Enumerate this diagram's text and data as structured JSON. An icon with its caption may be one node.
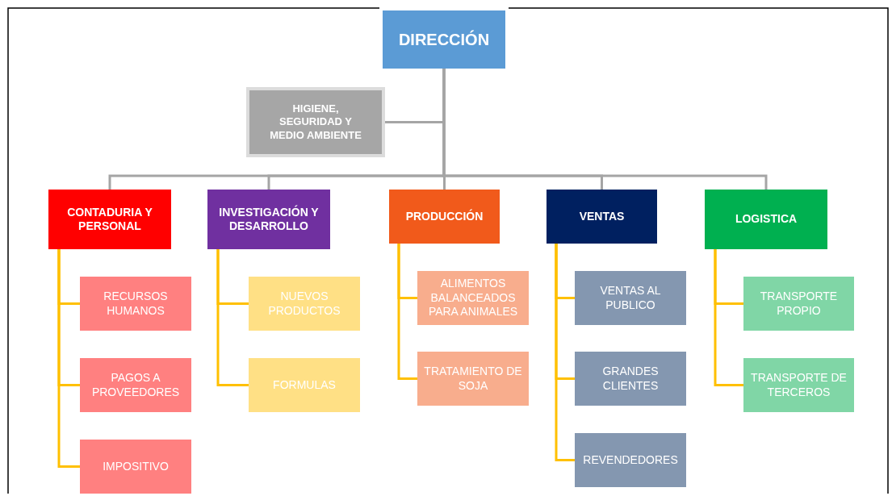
{
  "diagram": {
    "nodes": [
      {
        "text": [
          "DIRECCIÓN"
        ]
      },
      {
        "text": [
          "HIGIENE, SEGURIDAD Y MEDIO AMBIENTE"
        ]
      },
      {
        "text": [
          "CONTADURIA Y PERSONAL"
        ]
      },
      {
        "text": [
          "INVESTIGACIÓN Y DESARROLLO"
        ]
      },
      {
        "text": [
          "PRODUCCIÓN"
        ]
      },
      {
        "text": [
          "VENTAS"
        ]
      },
      {
        "text": [
          "LOGISTICA"
        ]
      },
      {
        "text": [
          "RECURSOS HUMANOS"
        ]
      },
      {
        "text": [
          "PAGOS A PROVEEDORES"
        ]
      },
      {
        "text": [
          "IMPOSITIVO"
        ]
      },
      {
        "text": [
          "NUEVOS PRODUCTOS"
        ]
      },
      {
        "text": [
          "FORMULAS"
        ]
      },
      {
        "text": [
          "ALIMENTOS BALANCEADOS PARA ANIMALES"
        ]
      },
      {
        "text": [
          "TRATAMIENTO DE SOJA"
        ]
      },
      {
        "text": [
          "VENTAS AL PUBLICO"
        ]
      },
      {
        "text": [
          "GRANDES CLIENTES"
        ]
      },
      {
        "text": [
          "REVENDEDORES"
        ]
      },
      {
        "text": [
          "TRANSPORTE PROPIO"
        ]
      },
      {
        "text": [
          "TRANSPORTE DE TERCEROS"
        ]
      }
    ],
    "edges": [
      {
        "from": 0,
        "to": 1,
        "arrow": "none",
        "color": "#a5a5a5"
      },
      {
        "from": 0,
        "to": 2,
        "arrow": "none",
        "color": "#a5a5a5"
      },
      {
        "from": 0,
        "to": 3,
        "arrow": "none",
        "color": "#a5a5a5"
      },
      {
        "from": 0,
        "to": 4,
        "arrow": "none",
        "color": "#a5a5a5"
      },
      {
        "from": 0,
        "to": 5,
        "arrow": "none",
        "color": "#a5a5a5"
      },
      {
        "from": 0,
        "to": 6,
        "arrow": "none",
        "color": "#a5a5a5"
      },
      {
        "from": 2,
        "to": 7,
        "arrow": "none"
      },
      {
        "from": 2,
        "to": 8,
        "arrow": "none"
      },
      {
        "from": 2,
        "to": 9,
        "arrow": "none"
      },
      {
        "from": 3,
        "to": 10,
        "arrow": "none"
      },
      {
        "from": 3,
        "to": 11,
        "arrow": "none"
      },
      {
        "from": 4,
        "to": 12,
        "arrow": "none"
      },
      {
        "from": 4,
        "to": 13,
        "arrow": "none"
      },
      {
        "from": 5,
        "to": 14,
        "arrow": "none"
      },
      {
        "from": 5,
        "to": 15,
        "arrow": "none"
      },
      {
        "from": 5,
        "to": 16,
        "arrow": "none"
      },
      {
        "from": 6,
        "to": 17,
        "arrow": "none"
      },
      {
        "from": 6,
        "to": 18,
        "arrow": "none"
      }
    ]
  }
}
